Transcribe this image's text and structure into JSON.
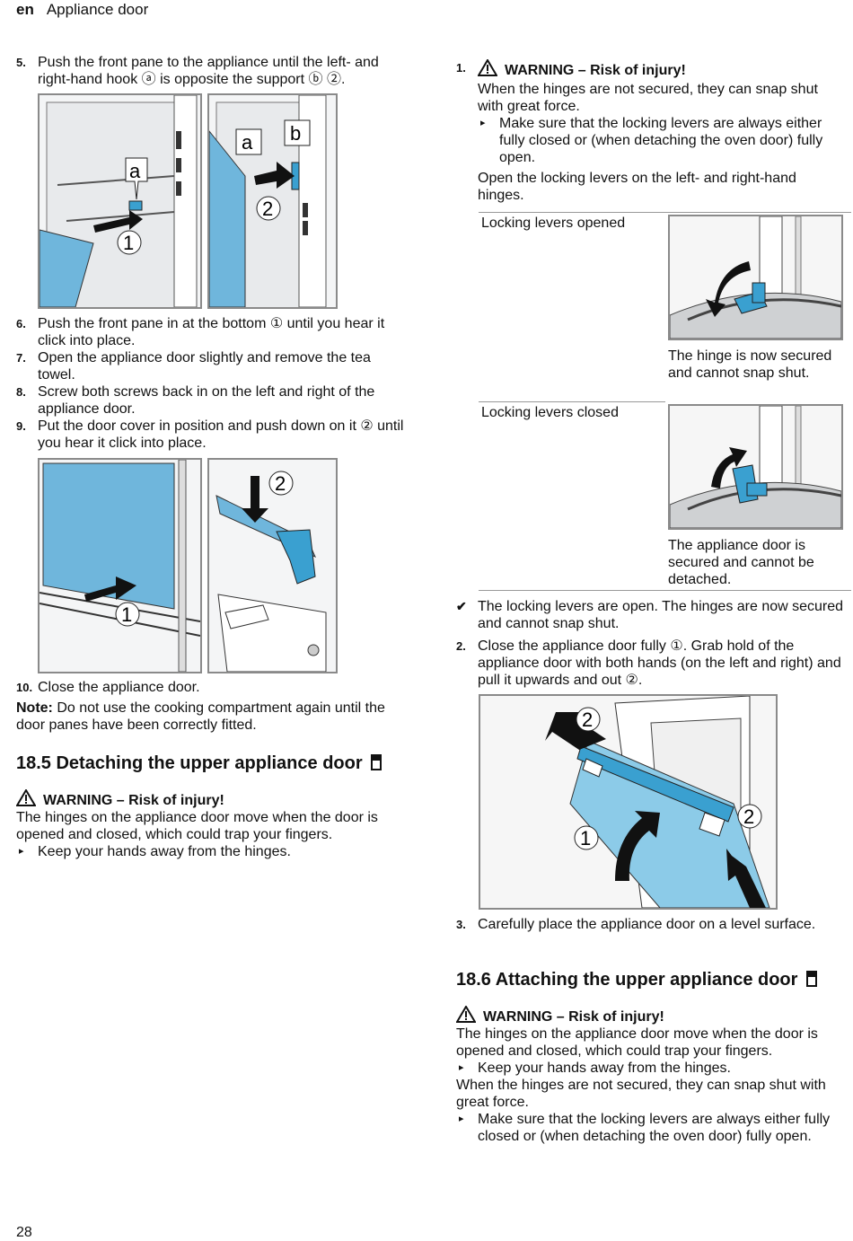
{
  "header": {
    "lang": "en",
    "title": "Appliance door"
  },
  "left": {
    "step5": {
      "num": "5.",
      "text": "Push the front pane to the appliance until the left- and right-hand hook ⓐ is opposite the support ⓑ ②."
    },
    "fig1": {
      "label_a": "a",
      "label_1": "1"
    },
    "fig2": {
      "label_a": "a",
      "label_b": "b",
      "label_2": "2"
    },
    "step6": {
      "num": "6.",
      "text": "Push the front pane in at the bottom ① until you hear it click into place."
    },
    "step7": {
      "num": "7.",
      "text": "Open the appliance door slightly and remove the tea towel."
    },
    "step8": {
      "num": "8.",
      "text": "Screw both screws back in on the left and right of the appliance door."
    },
    "step9": {
      "num": "9.",
      "text": "Put the door cover in position and push down on it ② until you hear it click into place."
    },
    "fig3": {
      "label_1": "1"
    },
    "fig4": {
      "label_2": "2"
    },
    "step10": {
      "num": "10.",
      "text": "Close the appliance door."
    },
    "note": {
      "label": "Note:",
      "text": " Do not use the cooking compartment again until the door panes have been correctly fitted."
    },
    "section": {
      "title": "18.5  Detaching the upper appliance door"
    },
    "warning": {
      "title": "WARNING – Risk of injury!",
      "text": "The hinges on the appliance door move when the door is opened and closed, which could trap your fingers.",
      "bullet": "Keep your hands away from the hinges."
    }
  },
  "right": {
    "step1": {
      "num": "1.",
      "warning": "WARNING – Risk of injury!",
      "text": "When the hinges are not secured, they can snap shut with great force.",
      "bullet": "Make sure that the locking levers are always either fully closed or (when detaching the oven door) fully open.",
      "text2": "Open the locking levers on the left- and right-hand hinges."
    },
    "table": {
      "row1_label": "Locking levers opened",
      "row1_caption": "The hinge is now secured and cannot snap shut.",
      "row2_label": "Locking levers closed",
      "row2_caption": "The appliance door is secured and cannot be detached."
    },
    "check": {
      "mark": "✔",
      "text": "The locking levers are open. The hinges are now secured and cannot snap shut."
    },
    "step2": {
      "num": "2.",
      "text": "Close the appliance door fully ①. Grab hold of the appliance door with both hands (on the left and right) and pull it upwards and out ②."
    },
    "fig5": {
      "label_2a": "2",
      "label_2b": "2",
      "label_1": "1"
    },
    "step3": {
      "num": "3.",
      "text": "Carefully place the appliance door on a level surface."
    },
    "section": {
      "title": "18.6  Attaching the upper appliance door"
    },
    "warning": {
      "title": "WARNING – Risk of injury!",
      "text": "The hinges on the appliance door move when the door is opened and closed, which could trap your fingers.",
      "bullet": "Keep your hands away from the hinges.",
      "text2": "When the hinges are not secured, they can snap shut with great force.",
      "bullet2": "Make sure that the locking levers are always either fully closed or (when detaching the oven door) fully open."
    }
  },
  "footer": {
    "page": "28"
  },
  "colors": {
    "glass": "#6fb6dc",
    "lever": "#3aa0d0",
    "frame": "#8a8a8a"
  }
}
